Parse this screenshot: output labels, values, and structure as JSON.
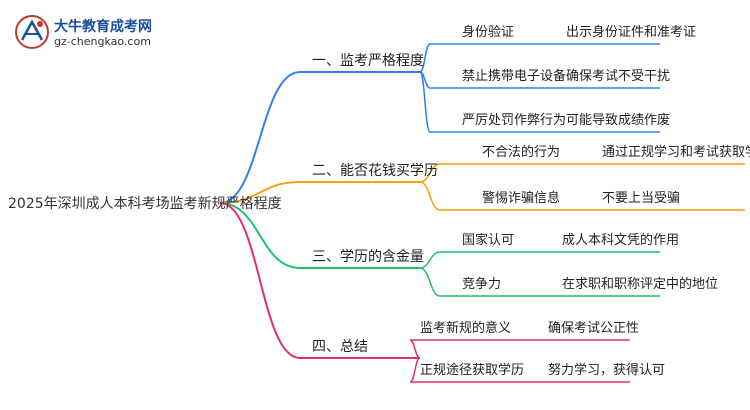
{
  "logo": {
    "title": "大牛教育成考网",
    "url": "gz-chengkao.com"
  },
  "root": {
    "label": "2025年深圳成人本科考场监考新规严格程度",
    "color": "#333333"
  },
  "branches": [
    {
      "label": "一、监考严格程度",
      "color": "#2f80ed",
      "children": [
        {
          "label": "身份验证",
          "detail": "出示身份证件和准考证"
        },
        {
          "label": "禁止携带电子设备",
          "detail": "确保考试不受干扰"
        },
        {
          "label": "严厉处罚作弊行为",
          "detail": "可能导致成绩作废"
        }
      ]
    },
    {
      "label": "二、能否花钱买学历",
      "color": "#f2a20c",
      "children": [
        {
          "label": "不合法的行为",
          "detail": "通过正规学习和考试获取学历"
        },
        {
          "label": "警惕诈骗信息",
          "detail": "不要上当受骗"
        }
      ]
    },
    {
      "label": "三、学历的含金量",
      "color": "#1fbf6a",
      "children": [
        {
          "label": "国家认可",
          "detail": "成人本科文凭的作用"
        },
        {
          "label": "竞争力",
          "detail": "在求职和职称评定中的地位"
        }
      ]
    },
    {
      "label": "四、总结",
      "color": "#e0306e",
      "children": [
        {
          "label": "监考新规的意义",
          "detail": "确保考试公正性"
        },
        {
          "label": "正规途径获取学历",
          "detail": "努力学习，获得认可"
        }
      ]
    }
  ]
}
